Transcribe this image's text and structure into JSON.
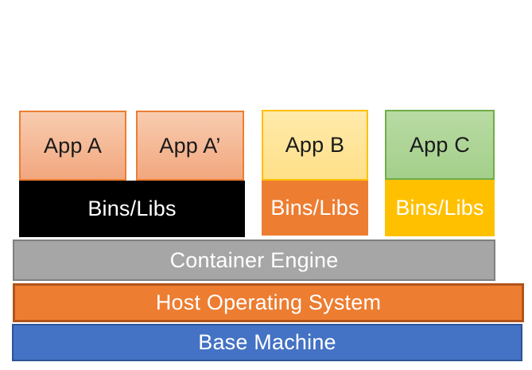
{
  "diagram": {
    "type": "container-architecture-stack",
    "apps": [
      {
        "label": "App A",
        "fill": "#F4B183",
        "border": "#ED7D31",
        "text_color": "#000000"
      },
      {
        "label": "App A’",
        "fill": "#F4B183",
        "border": "#ED7D31",
        "text_color": "#000000"
      },
      {
        "label": "App B",
        "fill": "#FFE699",
        "border": "#FFC000",
        "text_color": "#000000"
      },
      {
        "label": "App C",
        "fill": "#A9D18E",
        "border": "#70AD47",
        "text_color": "#000000"
      }
    ],
    "bins": [
      {
        "label": "Bins/Libs",
        "fill": "#000000",
        "text_color": "#FFFFFF"
      },
      {
        "label": "Bins/Libs",
        "fill": "#ED7D31",
        "text_color": "#FFFFFF"
      },
      {
        "label": "Bins/Libs",
        "fill": "#FFC000",
        "text_color": "#FFFFFF"
      }
    ],
    "layers": [
      {
        "label": "Container Engine",
        "fill": "#A6A6A6",
        "border": "#7F7F7F",
        "text_color": "#FFFFFF"
      },
      {
        "label": "Host Operating System",
        "fill": "#ED7D31",
        "border": "#B1541A",
        "text_color": "#FFFFFF"
      },
      {
        "label": "Base Machine",
        "fill": "#4472C4",
        "border": "#2F5496",
        "text_color": "#FFFFFF"
      }
    ]
  }
}
